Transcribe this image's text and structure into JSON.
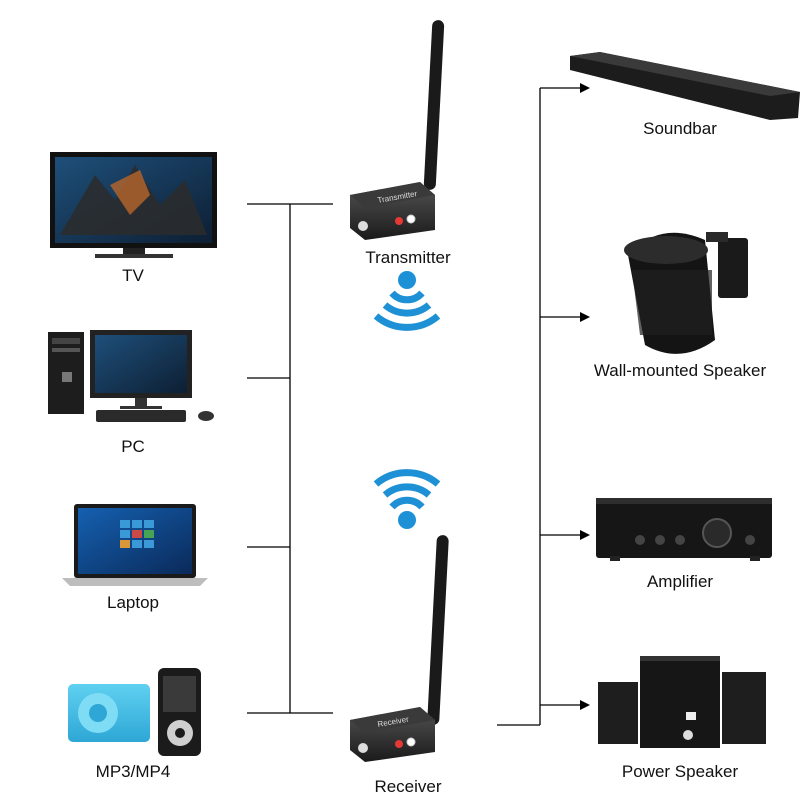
{
  "sources": [
    {
      "id": "tv",
      "label": "TV",
      "icon": "tv-icon"
    },
    {
      "id": "pc",
      "label": "PC",
      "icon": "desktop-pc-icon"
    },
    {
      "id": "laptop",
      "label": "Laptop",
      "icon": "laptop-icon"
    },
    {
      "id": "mp3",
      "label": "MP3/MP4",
      "icon": "mp3-player-icon"
    }
  ],
  "devices": {
    "transmitter": {
      "label": "Transmitter",
      "panel_text": "Transmitter",
      "icon": "transmitter-device-icon"
    },
    "receiver": {
      "label": "Receiver",
      "panel_text": "Receiver",
      "icon": "receiver-device-icon"
    }
  },
  "signals": {
    "transmit_icon": "wifi-transmit-icon",
    "receive_icon": "wifi-receive-icon",
    "color": "#1e90d6"
  },
  "outputs": [
    {
      "id": "soundbar",
      "label": "Soundbar",
      "icon": "soundbar-icon"
    },
    {
      "id": "wall_speaker",
      "label": "Wall-mounted Speaker",
      "icon": "wall-speaker-icon"
    },
    {
      "id": "amplifier",
      "label": "Amplifier",
      "icon": "amplifier-icon"
    },
    {
      "id": "power_speaker",
      "label": "Power Speaker",
      "icon": "power-speaker-icon"
    }
  ]
}
